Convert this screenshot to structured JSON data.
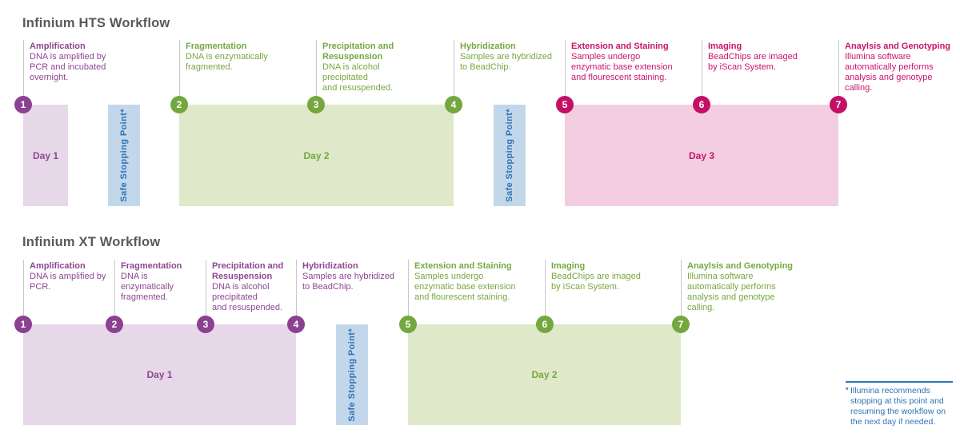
{
  "colors": {
    "purple": "#8c4190",
    "green": "#74a73f",
    "pink": "#c50f67",
    "light_purple": "#e6d8e8",
    "light_green": "#dfe9c9",
    "light_pink": "#f2cee0",
    "light_blue": "#c2d8ea",
    "blue_text": "#2f72b8",
    "title_gray": "#58595b"
  },
  "workflows": [
    {
      "title": "Infinium HTS Workflow",
      "steps": [
        {
          "number": "1",
          "theme": "purple",
          "title": "Amplification",
          "description": "DNA is amplified by\nPCR and incubated\novernight."
        },
        {
          "number": "2",
          "theme": "green",
          "title": "Fragmentation",
          "description": "DNA is enzymatically\nfragmented."
        },
        {
          "number": "3",
          "theme": "green",
          "title": "Precipitation and\nResuspension",
          "description": "DNA is alcohol\nprecipitated\nand resuspended."
        },
        {
          "number": "4",
          "theme": "green",
          "title": "Hybridization",
          "description": "Samples are hybridized\nto BeadChip."
        },
        {
          "number": "5",
          "theme": "pink",
          "title": "Extension and  Staining",
          "description": "Samples undergo\nenzymatic base extension\nand flourescent staining."
        },
        {
          "number": "6",
          "theme": "pink",
          "title": "Imaging",
          "description": "BeadChips are imaged\nby iScan System."
        },
        {
          "number": "7",
          "theme": "pink",
          "title": "Anaylsis and Genotyping",
          "description": "Illumina software\nautomatically performs\nanalysis and genotype\ncalling."
        }
      ],
      "blocks": [
        {
          "label": "Day 1",
          "theme": "purple"
        },
        {
          "label": "Safe Stopping Point*",
          "theme": "blue"
        },
        {
          "label": "Day 2",
          "theme": "green"
        },
        {
          "label": "Safe Stopping Point*",
          "theme": "blue"
        },
        {
          "label": "Day 3",
          "theme": "pink"
        }
      ]
    },
    {
      "title": "Infinium XT Workflow",
      "steps": [
        {
          "number": "1",
          "theme": "purple",
          "title": "Amplification",
          "description": "DNA is amplified by\nPCR."
        },
        {
          "number": "2",
          "theme": "purple",
          "title": "Fragmentation",
          "description": "DNA is enzymatically\nfragmented."
        },
        {
          "number": "3",
          "theme": "purple",
          "title": "Precipitation and\nResuspension",
          "description": "DNA is alcohol\nprecipitated\nand resuspended."
        },
        {
          "number": "4",
          "theme": "purple",
          "title": "Hybridization",
          "description": "Samples are hybridized\nto BeadChip."
        },
        {
          "number": "5",
          "theme": "green",
          "title": "Extension and  Staining",
          "description": "Samples undergo\nenzymatic base extension\nand flourescent staining."
        },
        {
          "number": "6",
          "theme": "green",
          "title": "Imaging",
          "description": "BeadChips are imaged\nby iScan System."
        },
        {
          "number": "7",
          "theme": "green",
          "title": "Anaylsis and Genotyping",
          "description": "Illumina software\nautomatically performs\nanalysis and genotype\ncalling."
        }
      ],
      "blocks": [
        {
          "label": "Day 1",
          "theme": "purple"
        },
        {
          "label": "Safe Stopping Point*",
          "theme": "blue"
        },
        {
          "label": "Day 2",
          "theme": "green"
        }
      ]
    }
  ],
  "footnote": {
    "asterisk": "*",
    "text": "Illumina recommends\nstopping at this point and\nresuming the workflow on\nthe next day if needed."
  }
}
